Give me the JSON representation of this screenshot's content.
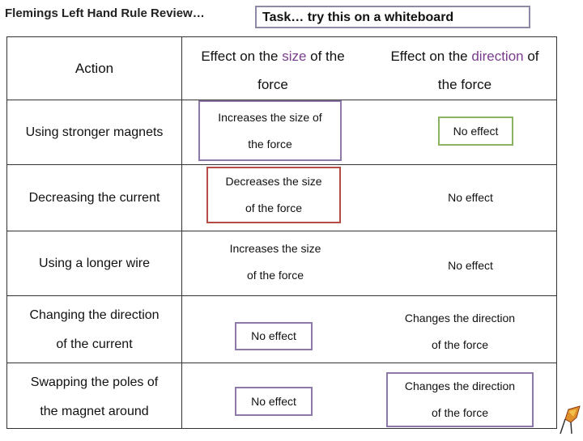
{
  "header": {
    "title": "Flemings Left Hand Rule Review…",
    "task": "Task… try this on a whiteboard"
  },
  "table": {
    "col_action": "Action",
    "col_size_prefix": "Effect on the ",
    "col_size_key": "size",
    "col_size_suffix": " of the",
    "col_size_line2": "force",
    "col_dir_prefix": "Effect on the ",
    "col_dir_key": "direction",
    "col_dir_suffix": " of",
    "col_dir_line2": "the force",
    "rows": [
      {
        "action": "Using stronger magnets",
        "size_l1": "Increases the size of",
        "size_l2": "the force",
        "dir": "No effect"
      },
      {
        "action": "Decreasing the current",
        "size_l1": "Decreases the size",
        "size_l2": "of the force",
        "dir": "No effect"
      },
      {
        "action": "Using a longer wire",
        "size_l1": "Increases the size",
        "size_l2": "of the force",
        "dir": "No effect"
      },
      {
        "action_l1": "Changing the direction",
        "action_l2": "of the current",
        "size": "No effect",
        "dir_l1": "Changes the direction",
        "dir_l2": "of the force"
      },
      {
        "action_l1": "Swapping the poles of",
        "action_l2": "the magnet around",
        "size": "No effect",
        "dir_l1": "Changes the direction",
        "dir_l2": "of the force"
      }
    ]
  },
  "colors": {
    "accent_purple": "#7a3c8c",
    "box_purple": "#8d79a8",
    "box_red": "#b44b44",
    "box_green": "#8bb25f"
  },
  "icons": {
    "logo": "physics-logo-icon"
  }
}
